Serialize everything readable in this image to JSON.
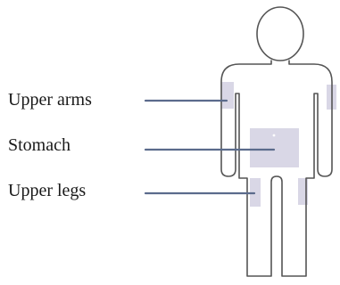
{
  "labels": {
    "upper_arms": "Upper arms",
    "stomach": "Stomach",
    "upper_legs": "Upper legs"
  },
  "colors": {
    "outline": "#555555",
    "leader_line": "#5b6b8c",
    "injection_zone": "#d9d7e6",
    "label_text": "#1a1a1a"
  }
}
